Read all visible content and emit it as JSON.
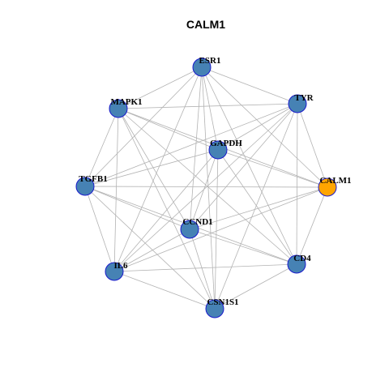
{
  "title": "CALM1",
  "colors": {
    "default_node": "#4682b4",
    "highlight_node": "#ffa500",
    "node_border": "#1a1acc",
    "edge": "#b3b3b3"
  },
  "nodes": [
    {
      "id": "ESR1",
      "label": "ESR1",
      "highlight": false
    },
    {
      "id": "TYR",
      "label": "TYR",
      "highlight": false
    },
    {
      "id": "MAPK1",
      "label": "MAPK1",
      "highlight": false
    },
    {
      "id": "GAPDH",
      "label": "GAPDH",
      "highlight": false
    },
    {
      "id": "CALM1",
      "label": "CALM1",
      "highlight": true
    },
    {
      "id": "TGFB1",
      "label": "TGFB1",
      "highlight": false
    },
    {
      "id": "CCND1",
      "label": "CCND1",
      "highlight": false
    },
    {
      "id": "CD4",
      "label": "CD4",
      "highlight": false
    },
    {
      "id": "IL6",
      "label": "IL6",
      "highlight": false
    },
    {
      "id": "CSN1S1",
      "label": "CSN1S1",
      "highlight": false
    }
  ],
  "edges": [
    [
      "ESR1",
      "TYR"
    ],
    [
      "ESR1",
      "MAPK1"
    ],
    [
      "ESR1",
      "GAPDH"
    ],
    [
      "ESR1",
      "CALM1"
    ],
    [
      "ESR1",
      "TGFB1"
    ],
    [
      "ESR1",
      "CCND1"
    ],
    [
      "ESR1",
      "CD4"
    ],
    [
      "ESR1",
      "IL6"
    ],
    [
      "ESR1",
      "CSN1S1"
    ],
    [
      "TYR",
      "MAPK1"
    ],
    [
      "TYR",
      "GAPDH"
    ],
    [
      "TYR",
      "CALM1"
    ],
    [
      "TYR",
      "TGFB1"
    ],
    [
      "TYR",
      "CCND1"
    ],
    [
      "TYR",
      "CD4"
    ],
    [
      "TYR",
      "IL6"
    ],
    [
      "TYR",
      "CSN1S1"
    ],
    [
      "MAPK1",
      "GAPDH"
    ],
    [
      "MAPK1",
      "CALM1"
    ],
    [
      "MAPK1",
      "TGFB1"
    ],
    [
      "MAPK1",
      "CCND1"
    ],
    [
      "MAPK1",
      "CD4"
    ],
    [
      "MAPK1",
      "IL6"
    ],
    [
      "MAPK1",
      "CSN1S1"
    ],
    [
      "GAPDH",
      "CALM1"
    ],
    [
      "GAPDH",
      "TGFB1"
    ],
    [
      "GAPDH",
      "CCND1"
    ],
    [
      "GAPDH",
      "CD4"
    ],
    [
      "GAPDH",
      "IL6"
    ],
    [
      "GAPDH",
      "CSN1S1"
    ],
    [
      "CALM1",
      "TGFB1"
    ],
    [
      "CALM1",
      "CCND1"
    ],
    [
      "CALM1",
      "CD4"
    ],
    [
      "CALM1",
      "IL6"
    ],
    [
      "TGFB1",
      "CCND1"
    ],
    [
      "TGFB1",
      "CD4"
    ],
    [
      "TGFB1",
      "IL6"
    ],
    [
      "TGFB1",
      "CSN1S1"
    ],
    [
      "CCND1",
      "CD4"
    ],
    [
      "CCND1",
      "IL6"
    ],
    [
      "CCND1",
      "CSN1S1"
    ],
    [
      "CD4",
      "IL6"
    ],
    [
      "CD4",
      "CSN1S1"
    ],
    [
      "IL6",
      "CSN1S1"
    ]
  ]
}
